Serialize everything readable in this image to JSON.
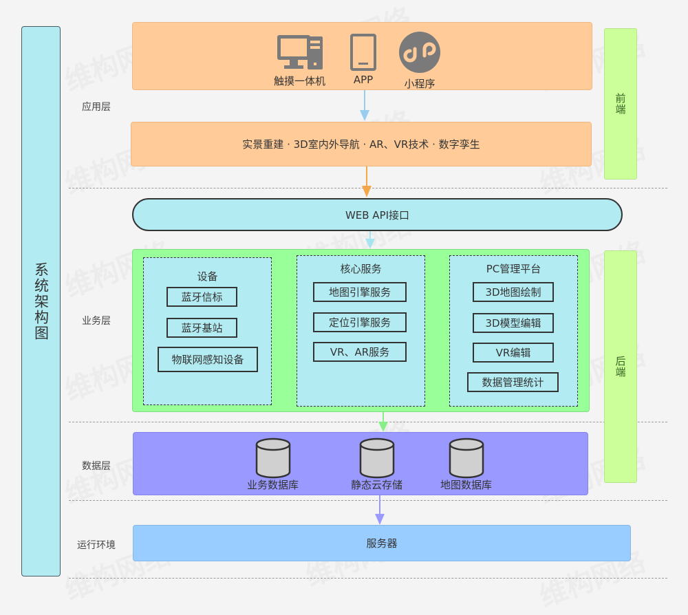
{
  "title": "系统架构图",
  "watermark_text": "维构网络",
  "layers": {
    "application": "应用层",
    "business": "业务层",
    "data": "数据层",
    "runtime": "运行环境"
  },
  "side": {
    "frontend": "前端",
    "backend": "后端"
  },
  "app_layer": {
    "clients": [
      {
        "label": "触摸一体机",
        "icon": "desktop-computer-icon"
      },
      {
        "label": "APP",
        "icon": "mobile-phone-icon"
      },
      {
        "label": "小程序",
        "icon": "mini-program-icon"
      }
    ],
    "tech": "实景重建 · 3D室内外导航 · AR、VR技术 · 数字孪生"
  },
  "api": "WEB API接口",
  "business_layer": {
    "groups": [
      {
        "title": "设备",
        "items": [
          "蓝牙信标",
          "蓝牙基站",
          "物联网感知设备"
        ]
      },
      {
        "title": "核心服务",
        "items": [
          "地图引擎服务",
          "定位引擎服务",
          "VR、AR服务"
        ]
      },
      {
        "title": "PC管理平台",
        "items": [
          "3D地图绘制",
          "3D模型编辑",
          "VR编辑",
          "数据管理统计"
        ]
      }
    ]
  },
  "data_layer": {
    "databases": [
      "业务数据库",
      "静态云存储",
      "地图数据库"
    ]
  },
  "runtime_layer": {
    "server": "服务器"
  },
  "colors": {
    "app": "#ffcc99",
    "api": "#b2ebf2",
    "business": "#99ff99",
    "data": "#9999ff",
    "runtime": "#99ccff",
    "side": "#ccff99",
    "arrow_app": "#99ccee",
    "arrow_tech": "#f5a84a",
    "arrow_api": "#a6e4f0",
    "arrow_biz": "#88ee88",
    "arrow_data": "#9999ff"
  }
}
